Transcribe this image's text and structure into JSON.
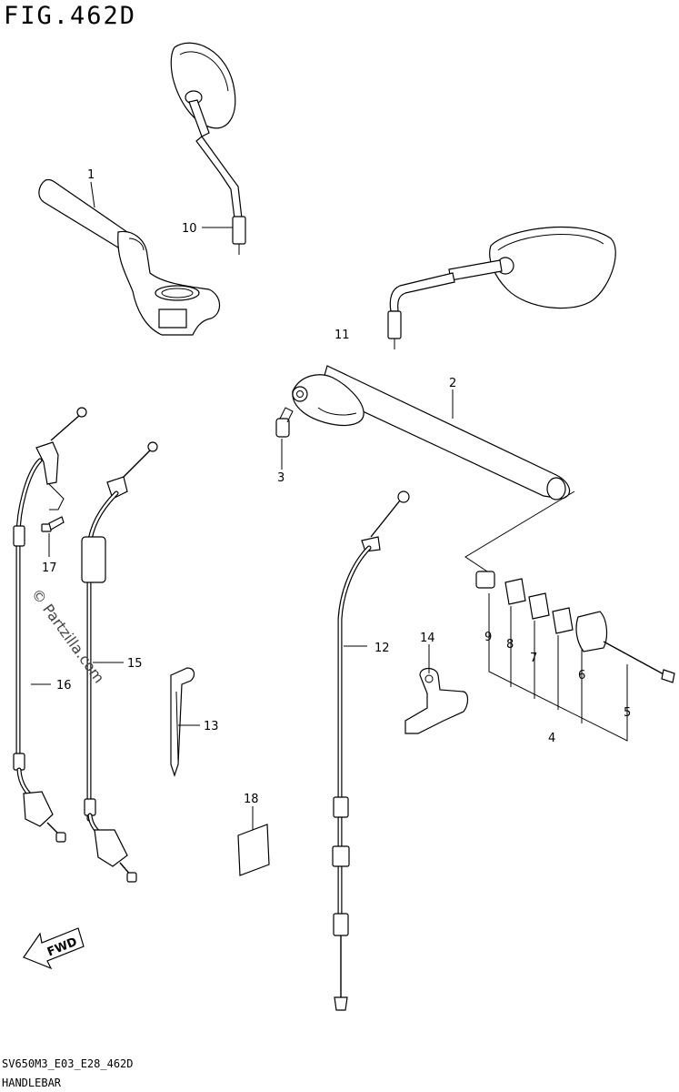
{
  "figure": {
    "title": "FIG.462D",
    "code": "SV650M3_E03_E28_462D",
    "caption": "HANDLEBAR"
  },
  "watermark": "© Partzilla.com",
  "direction_label": "FWD",
  "callouts": {
    "c1": "1",
    "c2": "2",
    "c3": "3",
    "c4": "4",
    "c5": "5",
    "c6": "6",
    "c7": "7",
    "c8": "8",
    "c9": "9",
    "c10": "10",
    "c11": "11",
    "c12": "12",
    "c13": "13",
    "c14": "14",
    "c15": "15",
    "c16": "16",
    "c17": "17",
    "c18": "18"
  }
}
